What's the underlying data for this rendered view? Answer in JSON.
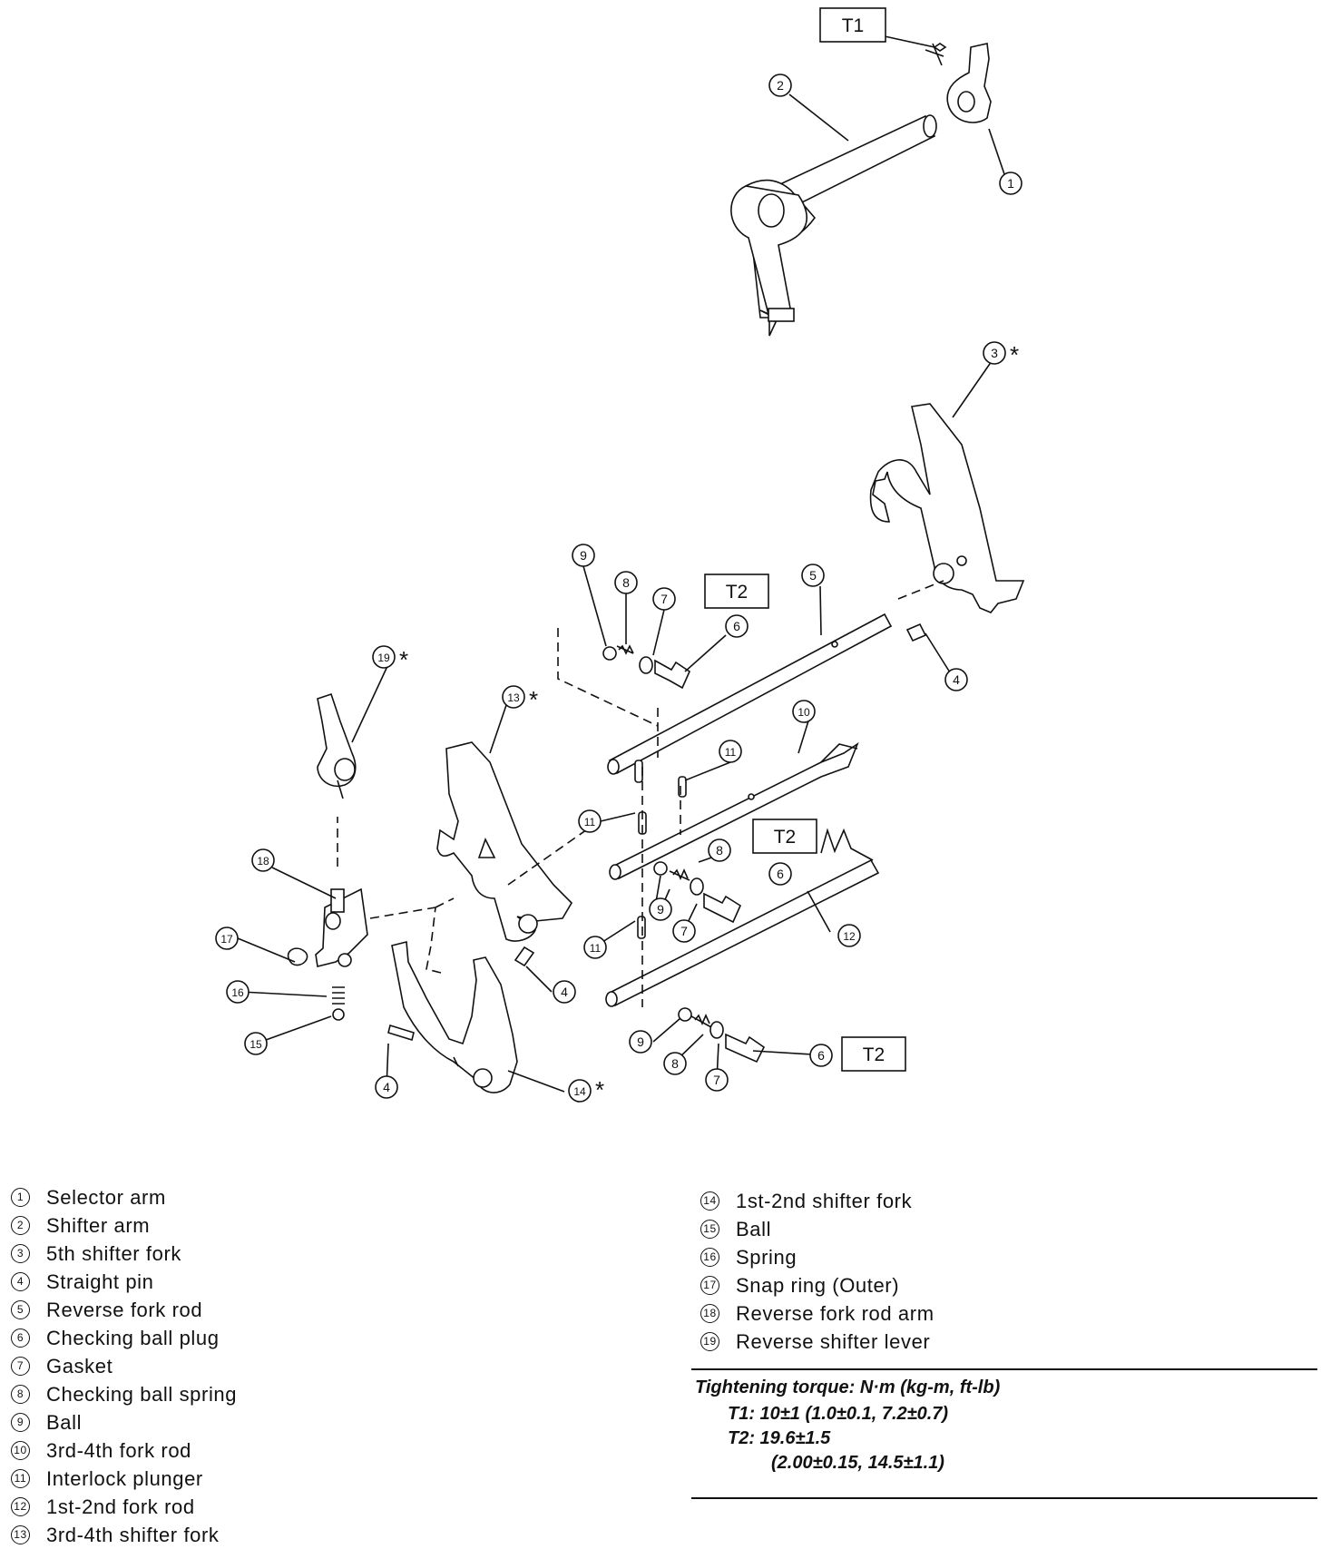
{
  "torque_tags": [
    "T1",
    "T2",
    "T2",
    "T2"
  ],
  "legend": [
    {
      "num": "1",
      "label": "Selector arm"
    },
    {
      "num": "2",
      "label": "Shifter arm"
    },
    {
      "num": "3",
      "label": "5th shifter fork"
    },
    {
      "num": "4",
      "label": "Straight pin"
    },
    {
      "num": "5",
      "label": "Reverse fork rod"
    },
    {
      "num": "6",
      "label": "Checking ball plug"
    },
    {
      "num": "7",
      "label": "Gasket"
    },
    {
      "num": "8",
      "label": "Checking ball spring"
    },
    {
      "num": "9",
      "label": "Ball"
    },
    {
      "num": "10",
      "label": "3rd-4th fork rod"
    },
    {
      "num": "11",
      "label": "Interlock plunger"
    },
    {
      "num": "12",
      "label": "1st-2nd fork rod"
    },
    {
      "num": "13",
      "label": "3rd-4th shifter fork"
    },
    {
      "num": "14",
      "label": "1st-2nd shifter fork"
    },
    {
      "num": "15",
      "label": "Ball"
    },
    {
      "num": "16",
      "label": "Spring"
    },
    {
      "num": "17",
      "label": "Snap ring (Outer)"
    },
    {
      "num": "18",
      "label": "Reverse fork rod arm"
    },
    {
      "num": "19",
      "label": "Reverse shifter lever"
    }
  ],
  "torque": {
    "title": "Tightening torque: N·m (kg-m, ft-lb)",
    "t1": "T1: 10±1 (1.0±0.1, 7.2±0.7)",
    "t2": "T2: 19.6±1.5",
    "t2_alt": "(2.00±0.15, 14.5±1.1)"
  },
  "asterisk": "*"
}
